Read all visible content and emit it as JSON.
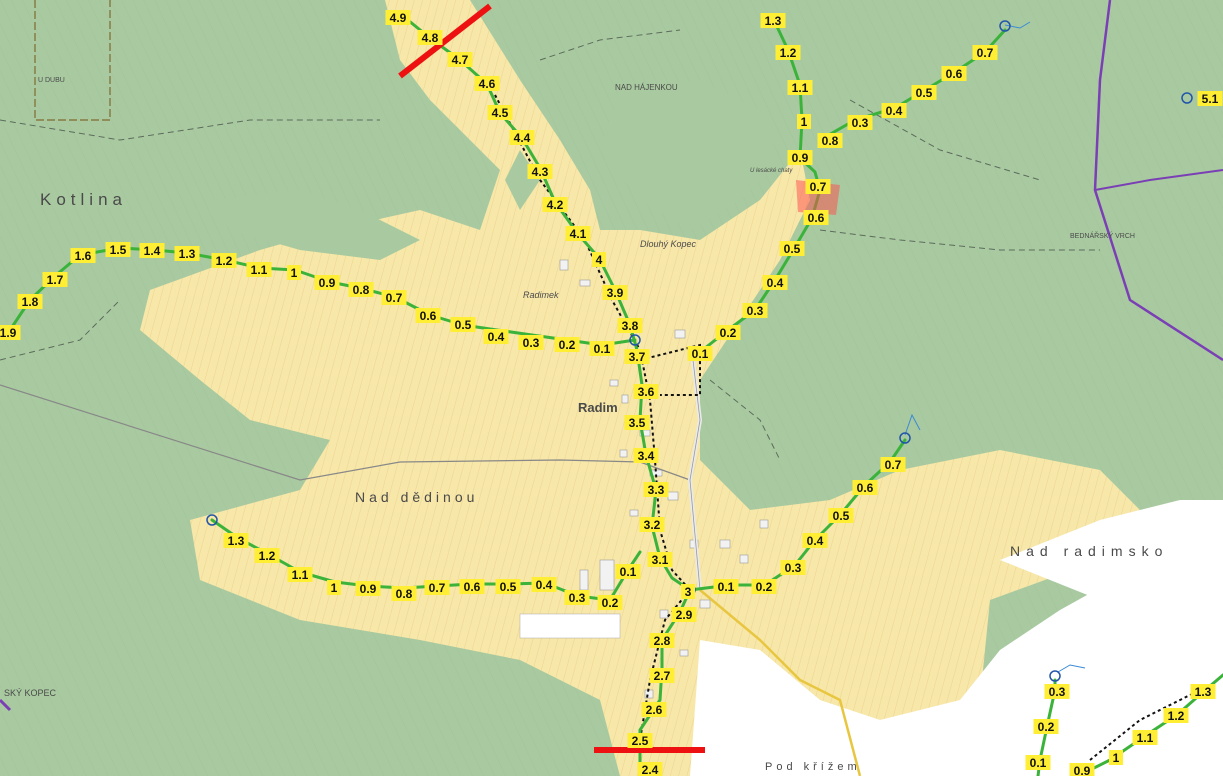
{
  "place_names": {
    "kotlina": "Kotlina",
    "nad_dedinou": "Nad dědinou",
    "radim": "Radim",
    "radimek": "Radimek",
    "dlouhy_kopec": "Dlouhý Kopec",
    "nad_hajenkou": "NAD HÁJENKOU",
    "bednarsky_vrch": "BEDNÁŘSKÝ VRCH",
    "nad_radimsko": "Nad radimsko",
    "pod_krizem": "Pod křížem",
    "sky_kopec": "SKÝ KOPEC",
    "u_dubu": "U DUBU",
    "u_lesacke_chaty": "U lesácké chaty"
  },
  "colors": {
    "forest": "#a9caa0",
    "meadow": "#f7e7a9",
    "route": "#3bb33b",
    "marker": "#ffee33",
    "limit": "#ee1111",
    "boundary": "#7b3fb5"
  },
  "routes": {
    "main": [
      "4.9",
      "4.8",
      "4.7",
      "4.6",
      "4.5",
      "4.4",
      "4.3",
      "4.2",
      "4.1",
      "4",
      "3.9",
      "3.8",
      "3.7",
      "3.6",
      "3.5",
      "3.4",
      "3.3",
      "3.2",
      "3.1",
      "3",
      "2.9",
      "2.8",
      "2.7",
      "2.6",
      "2.5",
      "2.4"
    ],
    "west_upper": [
      "1.9",
      "1.8",
      "1.7",
      "1.6",
      "1.5",
      "1.4",
      "1.3",
      "1.2",
      "1.1",
      "1",
      "0.9",
      "0.8",
      "0.7",
      "0.6",
      "0.5",
      "0.4",
      "0.3",
      "0.2",
      "0.1"
    ],
    "west_lower": [
      "1.3",
      "1.2",
      "1.1",
      "1",
      "0.9",
      "0.8",
      "0.7",
      "0.6",
      "0.5",
      "0.4",
      "0.3",
      "0.2",
      "0.1"
    ],
    "north_east": [
      "1.3",
      "1.2",
      "1.1",
      "1",
      "0.9",
      "0.8",
      "0.7",
      "0.6",
      "0.5",
      "0.4",
      "0.3",
      "0.2",
      "0.1"
    ],
    "north_east_branch": [
      "0.2",
      "0.3",
      "0.4",
      "0.5",
      "0.6",
      "0.7"
    ],
    "east_lower": [
      "0.1",
      "0.2",
      "0.3",
      "0.4",
      "0.5",
      "0.6",
      "0.7"
    ],
    "south_east": [
      "0.3",
      "0.2",
      "0.1"
    ],
    "south_east_right": [
      "0.9",
      "1",
      "1.1",
      "1.2",
      "1.3"
    ],
    "right_edge": "5.1"
  }
}
